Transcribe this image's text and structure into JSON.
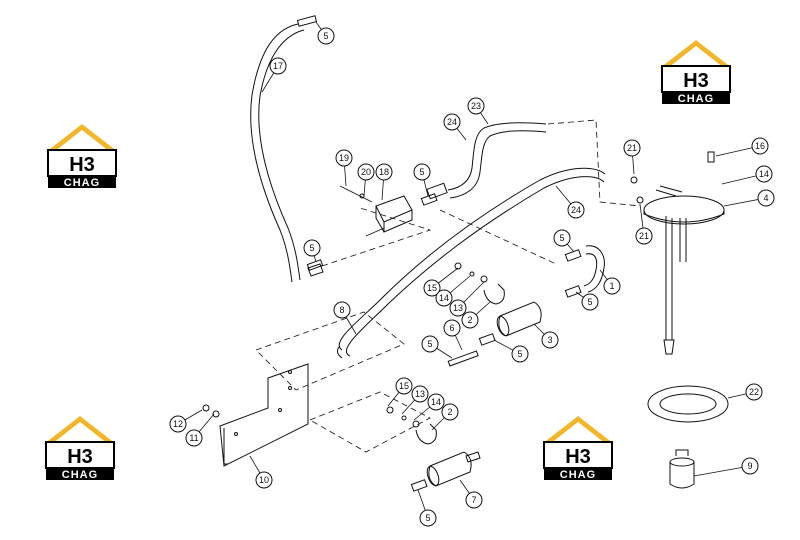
{
  "logo": {
    "main": "H3",
    "sub": "CHAG",
    "accent_color": "#f2b62a",
    "dark_color": "#000000",
    "instances": 4
  },
  "callouts": [
    "5",
    "17",
    "23",
    "24",
    "19",
    "20",
    "18",
    "5",
    "21",
    "16",
    "14",
    "4",
    "24",
    "5",
    "5",
    "1",
    "15",
    "14",
    "13",
    "2",
    "5",
    "21",
    "8",
    "6",
    "3",
    "5",
    "5",
    "15",
    "13",
    "14",
    "2",
    "12",
    "11",
    "10",
    "7",
    "5",
    "22",
    "9"
  ]
}
